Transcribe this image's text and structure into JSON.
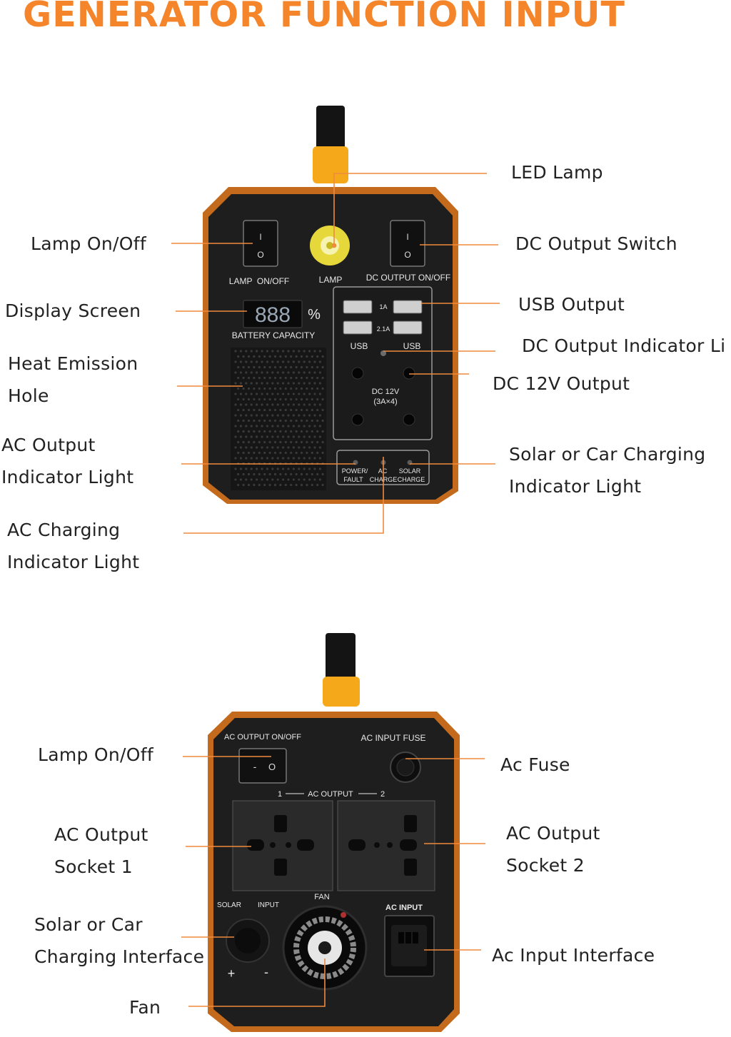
{
  "title": "GENERATOR FUNCTION INPUT",
  "colors": {
    "title": "#F5852A",
    "leader": "#F08A3C",
    "accent_yellow": "#F5A91A",
    "device_body": "#1E1E1E",
    "device_shell": "#C46A1C",
    "panel_text": "#E8E8E8",
    "label_text": "#222222",
    "display_digits": "#9AA7B5"
  },
  "front_view": {
    "callouts": {
      "led_lamp": "LED Lamp",
      "lamp_on_off": "Lamp On/Off",
      "dc_output_switch": "DC Output Switch",
      "display_screen": "Display Screen",
      "usb_output": "USB Output",
      "dc_output_indicator": "DC Output Indicator Li",
      "heat_emission": [
        "Heat Emission",
        "Hole"
      ],
      "dc_12v_output": "DC 12V Output",
      "ac_output_indicator": [
        "AC Output",
        "Indicator Light"
      ],
      "solar_car_indicator": [
        "Solar or Car Charging",
        "Indicator Light"
      ],
      "ac_charging_indicator": [
        "AC Charging",
        "Indicator Light"
      ]
    },
    "panel": {
      "lamp_switch_label": "LAMP  ON/OFF",
      "lamp_label": "LAMP",
      "dc_switch_label": "DC OUTPUT ON/OFF",
      "display_digits": "888",
      "percent_sign": "%",
      "battery_capacity": "BATTERY CAPACITY",
      "usb_left": "USB",
      "usb_right": "USB",
      "usb_1a": "1A",
      "usb_2a": "2.1A",
      "dc12v_line1": "DC 12V",
      "dc12v_line2": "(3A×4)",
      "power_fault_1": "POWER/",
      "power_fault_2": "FAULT",
      "ac_charge_1": "AC",
      "ac_charge_2": "CHARGE",
      "solar_charge_1": "SOLAR",
      "solar_charge_2": "CHARGE",
      "switch_on": "I",
      "switch_off": "O"
    }
  },
  "back_view": {
    "callouts": {
      "lamp_on_off": "Lamp On/Off",
      "ac_fuse": "Ac Fuse",
      "ac_socket_1": [
        "AC Output",
        "Socket 1"
      ],
      "ac_socket_2": [
        "AC Output",
        "Socket 2"
      ],
      "solar_car_interface": [
        "Solar or Car",
        "Charging Interface"
      ],
      "ac_input_interface": "Ac Input Interface",
      "fan": "Fan"
    },
    "panel": {
      "ac_output_on_off": "AC OUTPUT ON/OFF",
      "ac_input_fuse": "AC INPUT FUSE",
      "ac_output_1": "1",
      "ac_output_label": "AC OUTPUT",
      "ac_output_2": "2",
      "solar": "SOLAR",
      "input": "INPUT",
      "fan": "FAN",
      "ac_input": "AC INPUT",
      "plus": "+",
      "minus": "-",
      "switch_off": "-",
      "switch_on": "O"
    }
  }
}
